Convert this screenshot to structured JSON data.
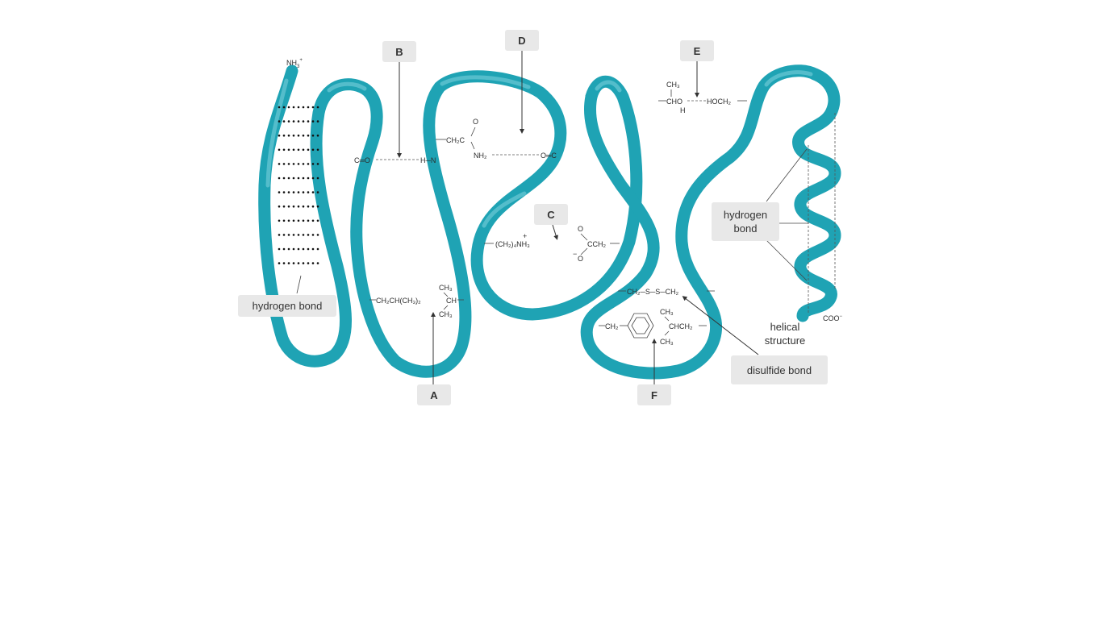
{
  "labels": {
    "A": "A",
    "B": "B",
    "C": "C",
    "D": "D",
    "E": "E",
    "F": "F",
    "hydrogen_bond_left": "hydrogen bond",
    "hydrogen_bond_right_line1": "hydrogen",
    "hydrogen_bond_right_line2": "bond",
    "helical_line1": "helical",
    "helical_line2": "structure",
    "disulfide_bond": "disulfide bond"
  },
  "chem": {
    "nh3": "NH",
    "nh3_sub": "3",
    "nh3_sup": "+",
    "co_left": "C═O",
    "hn": "H─N",
    "ch2c": "CH₂C",
    "carbonyl_o": "O",
    "nh2": "NH₂",
    "oc": "O═C",
    "ch3_e": "CH₃",
    "cho": "CHO",
    "h_e": "H",
    "hoch2": "HOCH₂",
    "ch2_4nh3": "(CH₂)₄NH₃",
    "plus": "+",
    "o_top": "O",
    "cch2": "CCH₂",
    "o_minus": "O",
    "minus": "−",
    "ch2chch3": "CH₂CH(CH₃)₂",
    "ch3_a_top": "CH₃",
    "ch_a": "CH",
    "ch3_a_bot": "CH₃",
    "disulfide": "CH₂─S─S─CH₂",
    "ch2_f": "CH₂",
    "ch3_f_top": "CH₃",
    "chch2": "CHCH₂",
    "ch3_f_bot": "CH₃",
    "coo": "COO",
    "coo_sup": "−"
  },
  "colors": {
    "ribbon": "#1fa3b4",
    "ribbon_highlight": "#7fd3de",
    "label_box": "#e8e8e8"
  }
}
